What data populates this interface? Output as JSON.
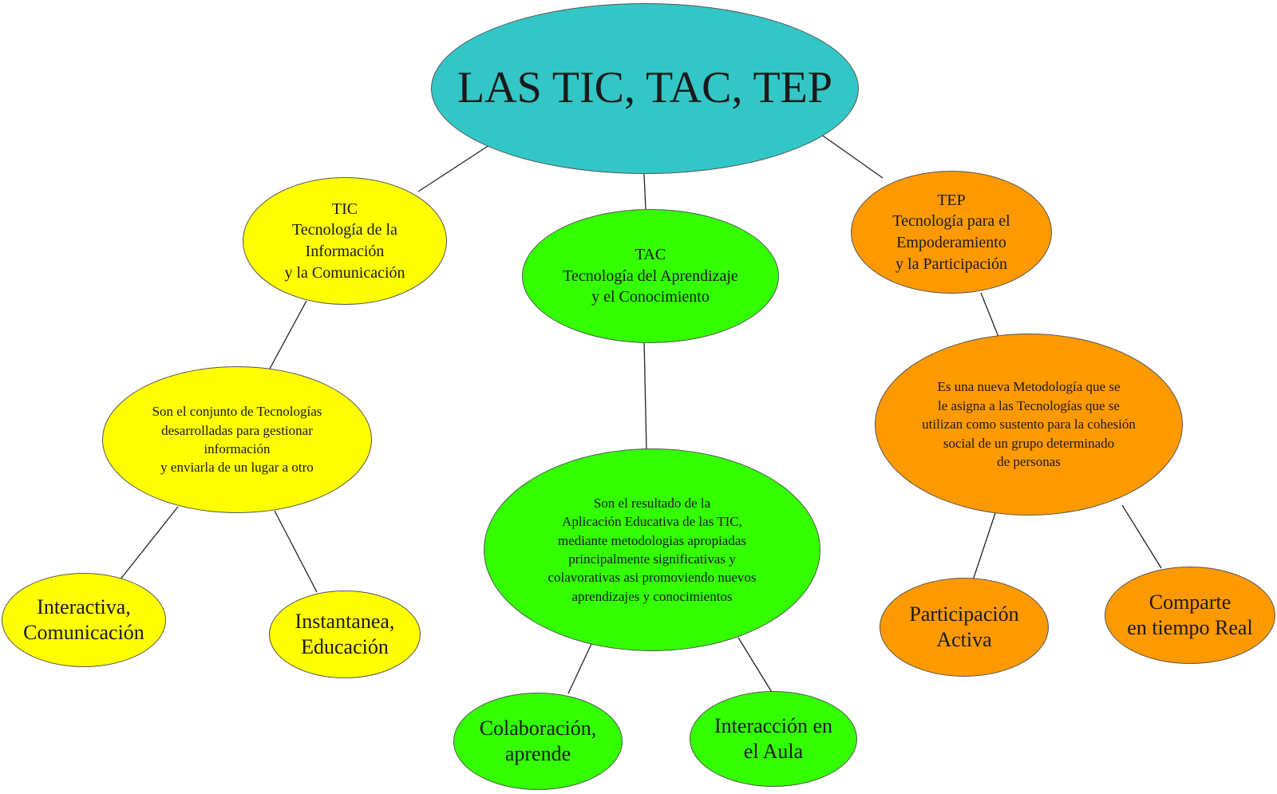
{
  "root": {
    "label": "LAS TIC, TAC, TEP",
    "color": "#33c6c6"
  },
  "branches": {
    "tic": {
      "label": "TIC\nTecnología de la\nInformación\ny la Comunicación",
      "description": "Son el conjunto de Tecnologías\ndesarrolladas para gestionar\ninformación\ny enviarla de un lugar a otro",
      "leaves": [
        "Interactiva,\nComunicación",
        "Instantanea,\nEducación"
      ],
      "color": "#ffff00"
    },
    "tac": {
      "label": "TAC\nTecnología del Aprendizaje\ny el Conocimiento",
      "description": "Son el resultado de la\nAplicación Educativa de las TIC,\nmediante metodologias apropiadas\nprincipalmente significativas y\ncolavorativas asi promoviendo nuevos\naprendizajes y conocimientos",
      "leaves": [
        "Colaboración,\naprende",
        "Interacción en\nel Aula"
      ],
      "color": "#33ff00"
    },
    "tep": {
      "label": "TEP\nTecnología para el\nEmpoderamiento\ny la Participación",
      "description": "Es una nueva Metodología que se\nle asigna a las Tecnologías que se\nutilizan como sustento para la cohesión\nsocial de un grupo determinado\nde personas",
      "leaves": [
        "Participación\nActiva",
        "Comparte\nen tiempo Real"
      ],
      "color": "#ff9900"
    }
  }
}
